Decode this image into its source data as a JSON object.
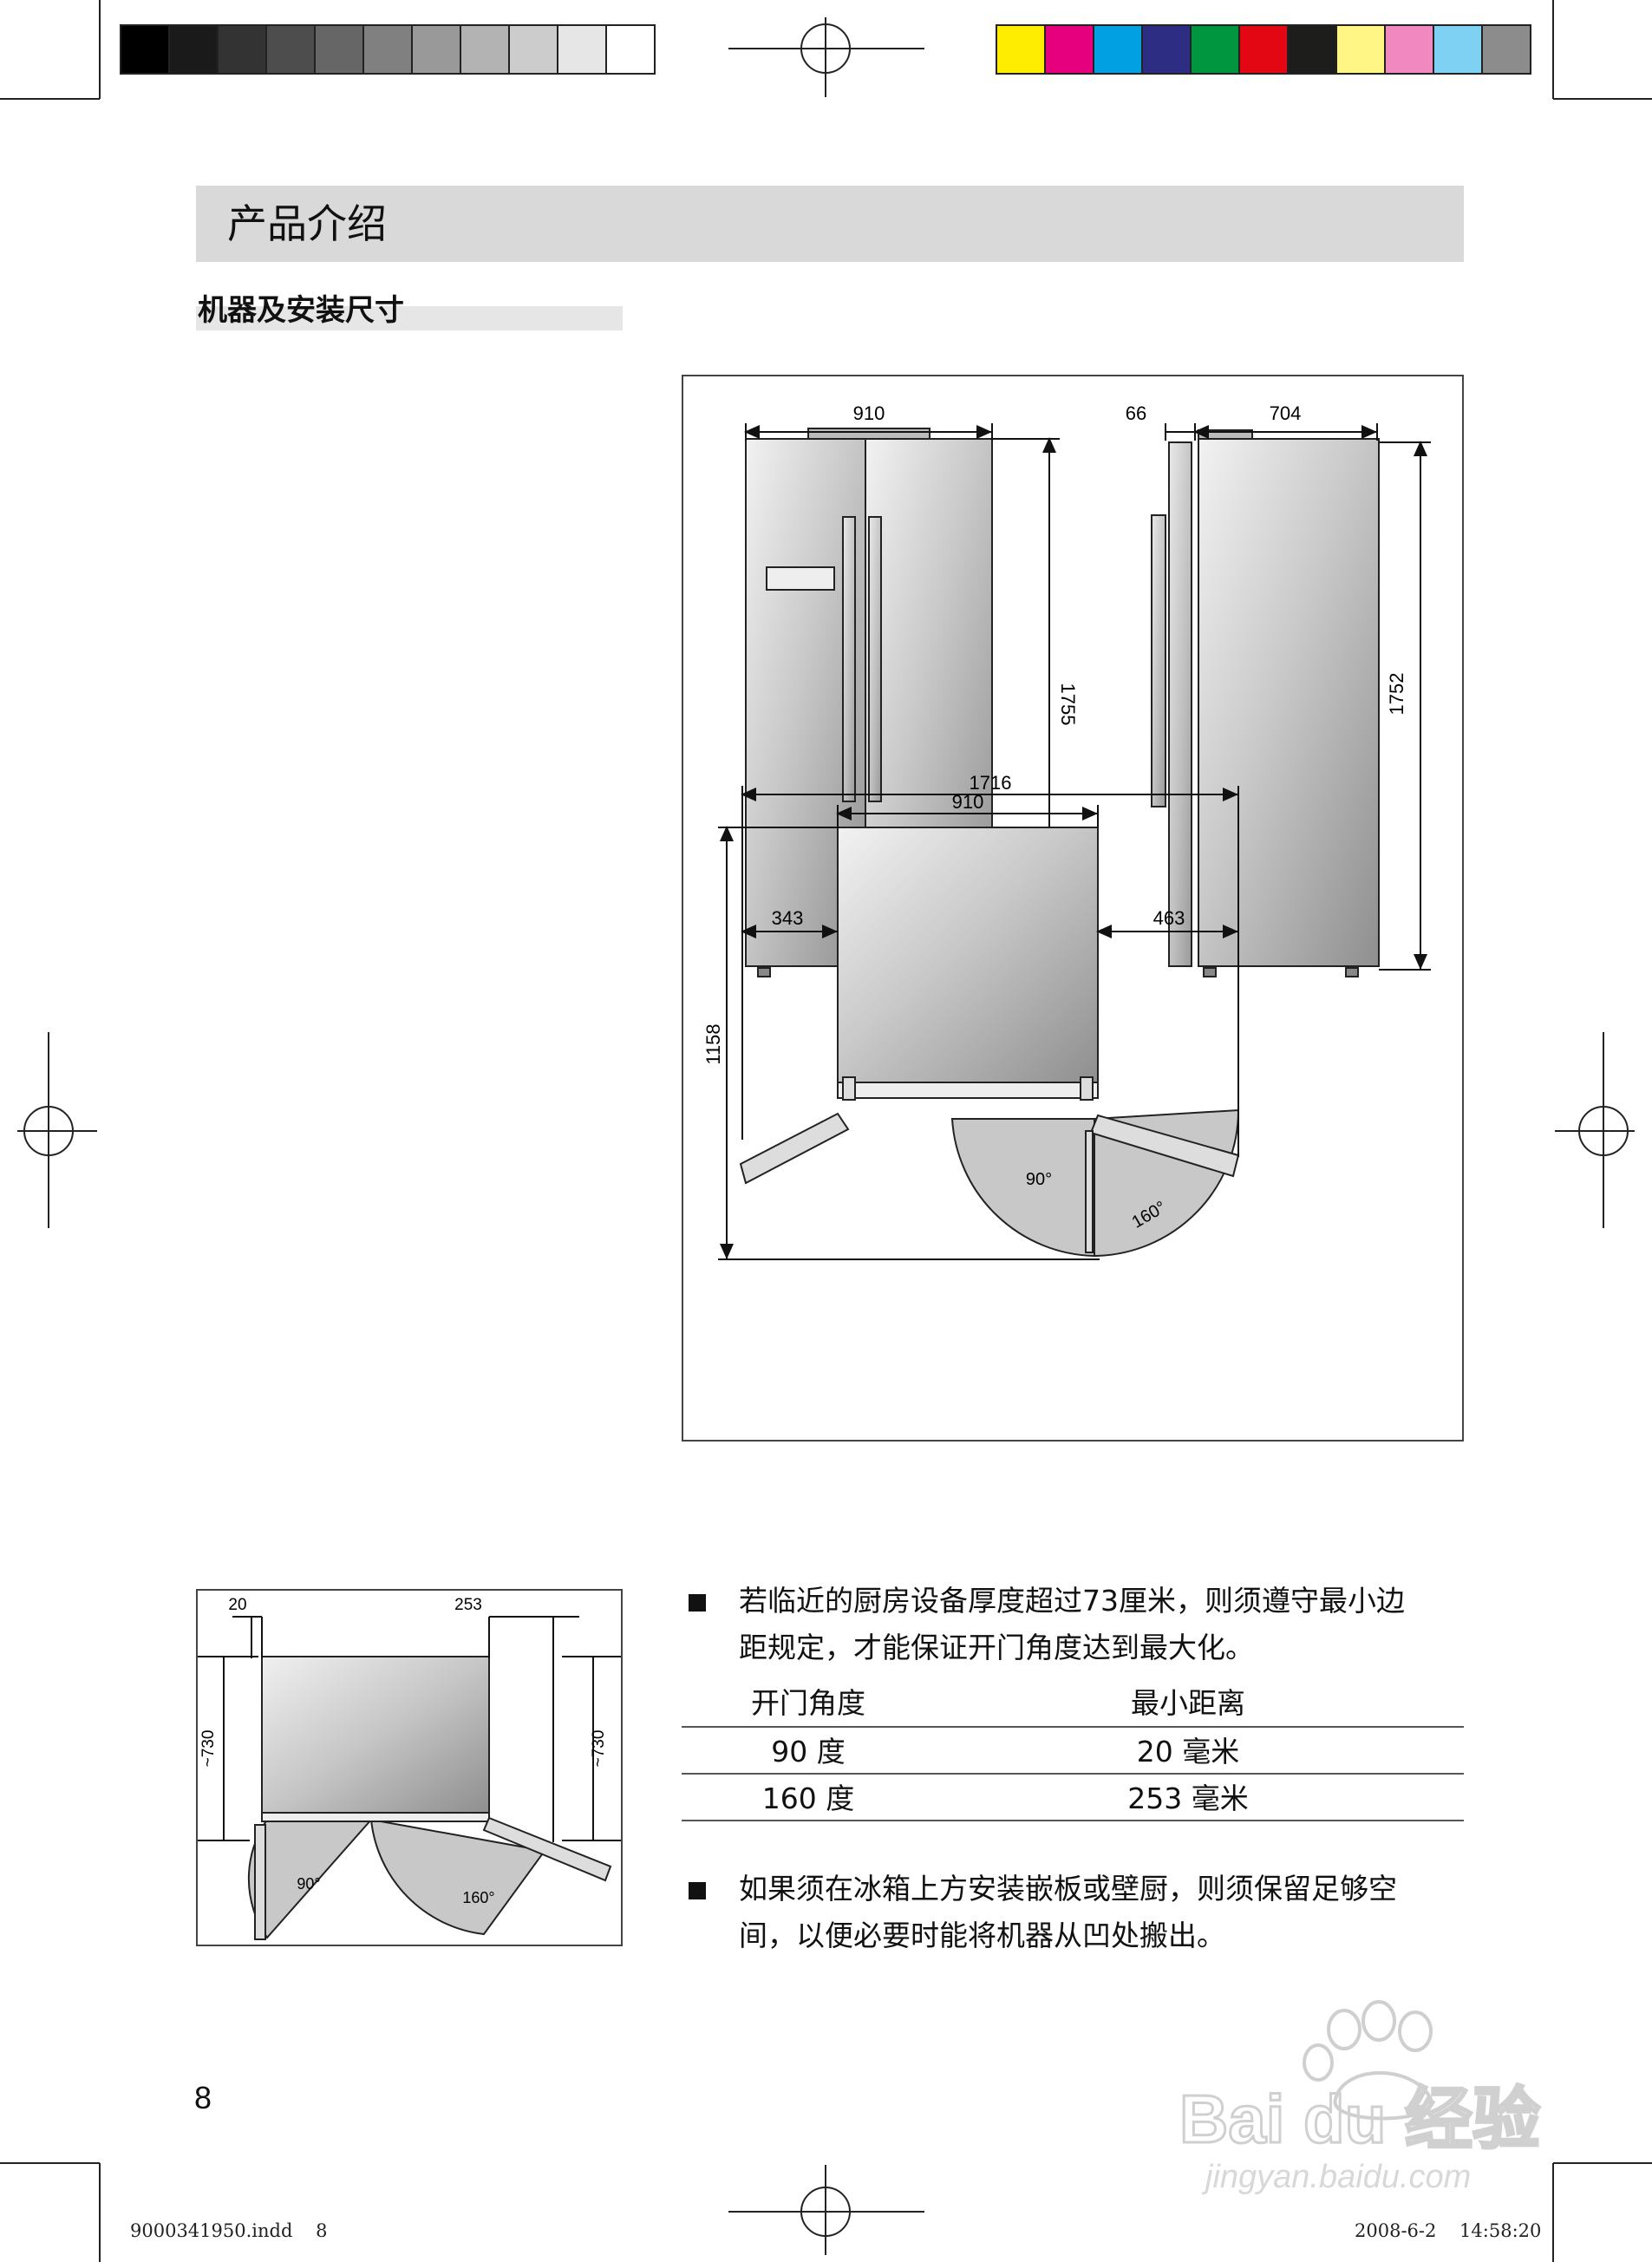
{
  "colors": {
    "grayscale": [
      "#000000",
      "#1a1a1a",
      "#333333",
      "#4d4d4d",
      "#666666",
      "#808080",
      "#999999",
      "#b3b3b3",
      "#cccccc",
      "#e6e6e6",
      "#ffffff"
    ],
    "process": [
      "#ffed00",
      "#e6007e",
      "#00a0e3",
      "#2d2e83",
      "#00963f",
      "#e30613",
      "#1d1d1b",
      "#fff685",
      "#f188c0",
      "#7fd1f4",
      "#8c8c8c"
    ]
  },
  "section": {
    "title": "产品介绍"
  },
  "subsection": {
    "title": "机器及安装尺寸"
  },
  "diagram_labels": {
    "front_width": "910",
    "side_gap": "66",
    "side_depth": "704",
    "front_height": "1755",
    "side_height": "1752",
    "top_total": "1716",
    "top_width": "910",
    "top_left": "343",
    "top_right": "463",
    "top_depth": "1158",
    "angle_90": "90°",
    "angle_160": "160°"
  },
  "small_diagram_labels": {
    "left_gap": "20",
    "right_gap": "253",
    "left_depth": "~730",
    "right_depth": "~730",
    "angle_90": "90°",
    "angle_160": "160°"
  },
  "bullets": [
    {
      "lines": [
        "若临近的厨房设备厚度超过73厘米，则须遵守最小边",
        "距规定，才能保证开门角度达到最大化。"
      ]
    },
    {
      "lines": [
        "如果须在冰箱上方安装嵌板或壁厨，则须保留足够空",
        "间，以便必要时能将机器从凹处搬出。"
      ]
    }
  ],
  "table": {
    "headers": [
      "开门角度",
      "最小距离"
    ],
    "rows": [
      [
        "90 度",
        "20 毫米"
      ],
      [
        "160 度",
        "253 毫米"
      ]
    ]
  },
  "page_number": "8",
  "footer": {
    "file": "9000341950.indd    8",
    "date": "2008-6-2    14:58:20"
  },
  "watermark": {
    "brand": "Bai du 经验",
    "url": "jingyan.baidu.com"
  }
}
